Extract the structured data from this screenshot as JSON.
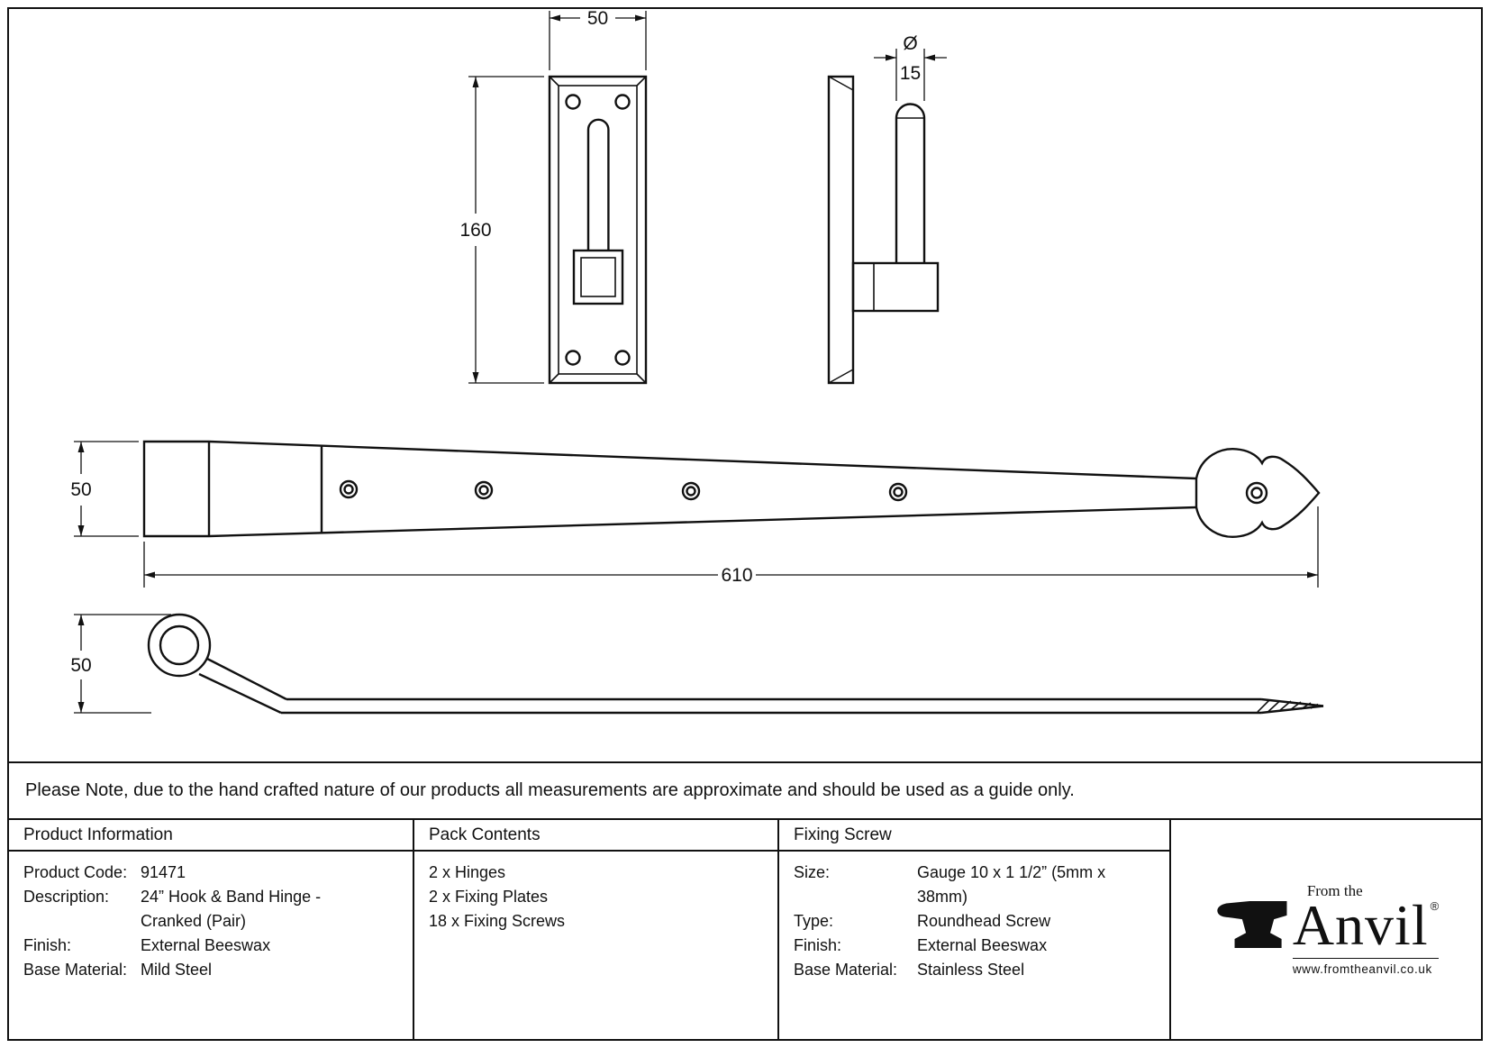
{
  "note": "Please Note, due to the hand crafted nature of our products all measurements are approximate and should be used as a guide only.",
  "dimensions": {
    "plate_width": "50",
    "plate_height": "160",
    "pin_diameter_symbol": "Ø",
    "pin_diameter": "15",
    "band_width": "50",
    "band_length": "610",
    "side_height": "50"
  },
  "product_info": {
    "header": "Product Information",
    "rows": [
      {
        "label": "Product Code:",
        "value": "91471"
      },
      {
        "label": "Description:",
        "value": "24” Hook & Band Hinge - Cranked (Pair)"
      },
      {
        "label": "Finish:",
        "value": "External Beeswax"
      },
      {
        "label": "Base Material:",
        "value": "Mild Steel"
      }
    ]
  },
  "pack_contents": {
    "header": "Pack Contents",
    "items": [
      "2 x Hinges",
      "2 x Fixing Plates",
      "18 x Fixing Screws"
    ]
  },
  "fixing_screw": {
    "header": "Fixing Screw",
    "rows": [
      {
        "label": "Size:",
        "value": "Gauge 10 x 1 1/2” (5mm x 38mm)"
      },
      {
        "label": "Type:",
        "value": "Roundhead Screw"
      },
      {
        "label": "Finish:",
        "value": "External Beeswax"
      },
      {
        "label": "Base Material:",
        "value": "Stainless Steel"
      }
    ]
  },
  "logo": {
    "from_the": "From the",
    "brand": "Anvil",
    "registered": "®",
    "url": "www.fromtheanvil.co.uk"
  }
}
